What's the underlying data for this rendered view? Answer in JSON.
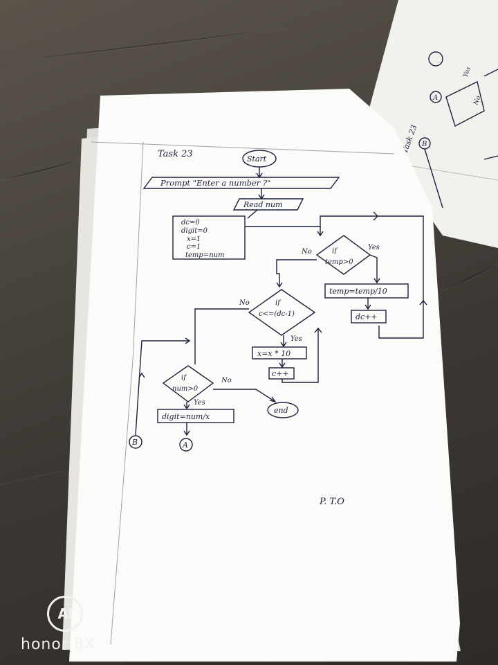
{
  "sheet": {
    "task_label": "Task 23",
    "footer_note": "P. T.O"
  },
  "flowchart": {
    "start": "Start",
    "prompt": "Prompt \"Enter a number ?\"",
    "read": "Read num",
    "init_lines": [
      "dc=0",
      "digit=0",
      "x=1",
      "c=1",
      "temp=num"
    ],
    "decision_temp": {
      "line1": "if",
      "line2": "temp>0"
    },
    "process_temp": "temp=temp/10",
    "process_dc": "dc++",
    "decision_c": {
      "line1": "if",
      "line2": "c<=(dc-1)"
    },
    "process_x": "x=x * 10",
    "process_c": "c++",
    "decision_num": {
      "line1": "if",
      "line2": "num>0"
    },
    "process_digit": "digit=num/x",
    "end": "end",
    "connector_a": "A",
    "connector_b": "B",
    "yes": "Yes",
    "no": "No"
  },
  "background_sheet": {
    "task_label": "Task 23",
    "connector_a": "A",
    "connector_b": "B",
    "yes": "Yes",
    "no": "No"
  },
  "watermark": {
    "logo": "AI",
    "text": "honor 8X"
  },
  "colors": {
    "paper": "#fbfbf9",
    "ink": "#1b1f3a",
    "table": "#4a443d"
  }
}
